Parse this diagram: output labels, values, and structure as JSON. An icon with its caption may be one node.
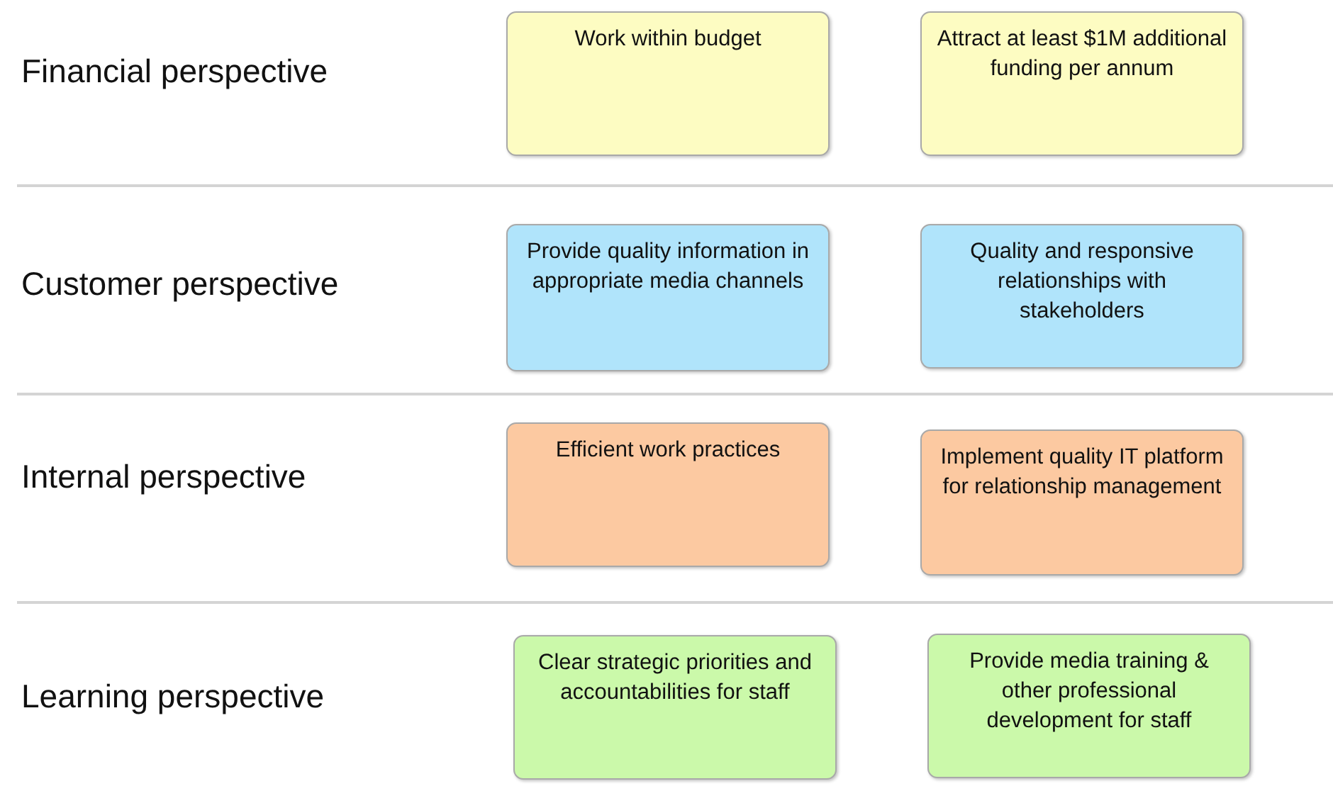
{
  "diagram": {
    "nodes": [
      {
        "text": [
          "Work within budget"
        ]
      },
      {
        "text": [
          "Attract at least  $1M additional funding per annum"
        ]
      },
      {
        "text": [
          "Provide quality information in appropriate media channels"
        ]
      },
      {
        "text": [
          "Quality and responsive relationships with stakeholders"
        ]
      },
      {
        "text": [
          "Efficient work practices"
        ]
      },
      {
        "text": [
          "Implement quality IT platform for relationship management"
        ]
      },
      {
        "text": [
          "Clear strategic priorities and accountabilities for staff"
        ]
      },
      {
        "text": [
          "Provide media training & other professional development for staff"
        ]
      }
    ],
    "labels": [
      "Financial perspective",
      "Customer perspective",
      "Internal perspective",
      "Learning perspective"
    ]
  }
}
